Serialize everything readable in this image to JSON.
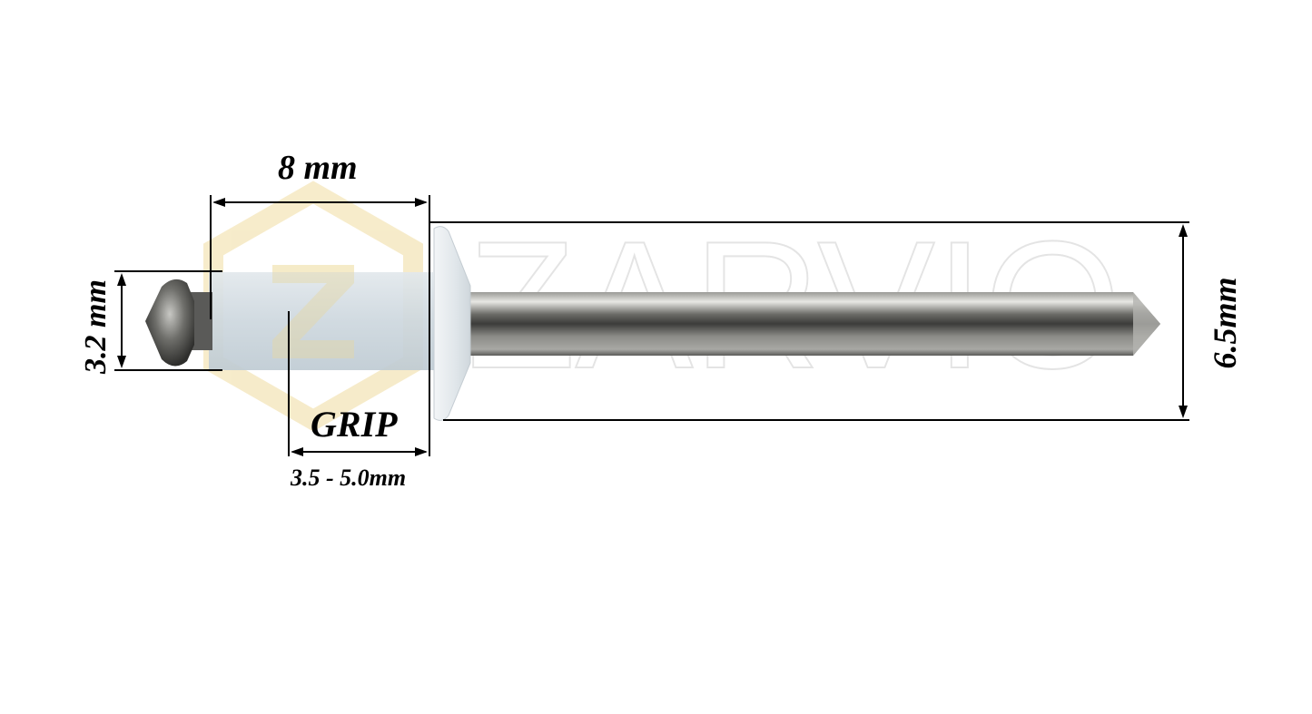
{
  "diagram": {
    "subject": "Blind rivet dimension drawing",
    "watermark": {
      "logo_letter": "Z",
      "brand_text": "ZARVIO",
      "logo_color": "#f5e6b8",
      "text_outline_color": "#e6e6e6"
    },
    "dimensions": {
      "body_length": {
        "label": "8 mm"
      },
      "body_diameter": {
        "label": "3.2 mm"
      },
      "head_diameter": {
        "label": "6.5mm"
      },
      "grip": {
        "title": "GRIP",
        "range": "3.5 - 5.0mm"
      }
    },
    "colors": {
      "dimension_lines": "#000000",
      "rivet_body": "#d4dde3",
      "rivet_head": "#e6ebee",
      "mandrel": "#8a8a86",
      "mandrel_dark": "#3e3e3c"
    }
  }
}
